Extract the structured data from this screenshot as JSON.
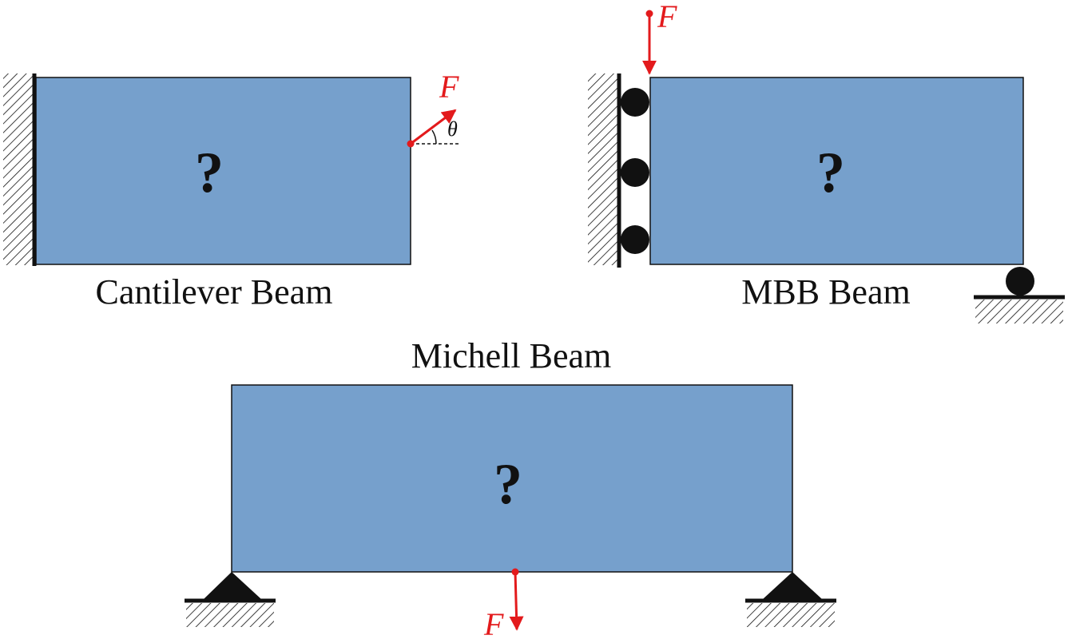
{
  "colors": {
    "beam_fill": "#76a0cc",
    "beam_stroke": "#111111",
    "force": "#e31a1c",
    "support": "#111111"
  },
  "cantilever": {
    "caption": "Cantilever Beam",
    "unknown_mark": "?",
    "force_label": "F",
    "angle_label": "θ"
  },
  "mbb": {
    "caption": "MBB Beam",
    "unknown_mark": "?",
    "force_label": "F"
  },
  "michell": {
    "caption": "Michell Beam",
    "unknown_mark": "?",
    "force_label": "F"
  }
}
